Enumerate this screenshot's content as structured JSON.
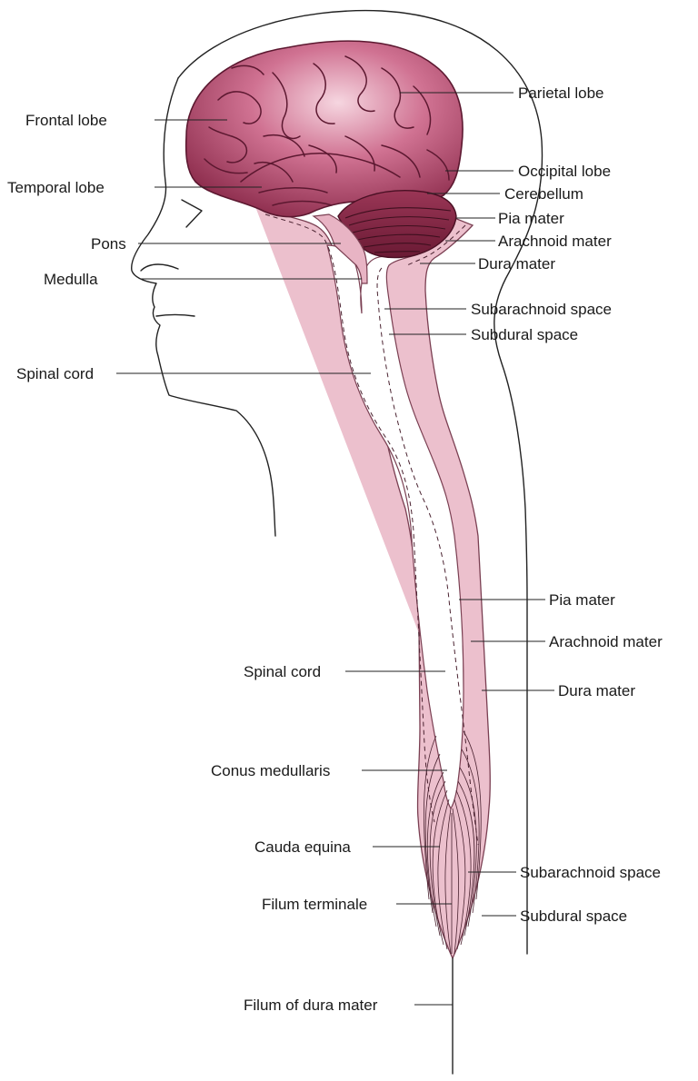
{
  "labels": {
    "frontal_lobe": "Frontal lobe",
    "temporal_lobe": "Temporal lobe",
    "pons": "Pons",
    "medulla": "Medulla",
    "spinal_cord_upper": "Spinal cord",
    "parietal_lobe": "Parietal lobe",
    "occipital_lobe": "Occipital lobe",
    "cerebellum": "Cerebellum",
    "pia_mater_upper": "Pia mater",
    "arachnoid_mater_upper": "Arachnoid mater",
    "dura_mater_upper": "Dura mater",
    "subarachnoid_space_upper": "Subarachnoid space",
    "subdural_space_upper": "Subdural space",
    "pia_mater_lower": "Pia mater",
    "arachnoid_mater_lower": "Arachnoid mater",
    "dura_mater_lower": "Dura mater",
    "spinal_cord_lower": "Spinal cord",
    "conus_medullaris": "Conus medullaris",
    "cauda_equina": "Cauda equina",
    "filum_terminale": "Filum terminale",
    "subarachnoid_space_lower": "Subarachnoid space",
    "subdural_space_lower": "Subdural space",
    "filum_of_dura_mater": "Filum of dura mater"
  },
  "colors": {
    "brain_light": "#f2c8d6",
    "brain_mid": "#c45a80",
    "brain_dark": "#7a1f40",
    "cerebellum": "#8a2a48",
    "meninges_fill": "#eab8c6",
    "outline": "#222222"
  }
}
